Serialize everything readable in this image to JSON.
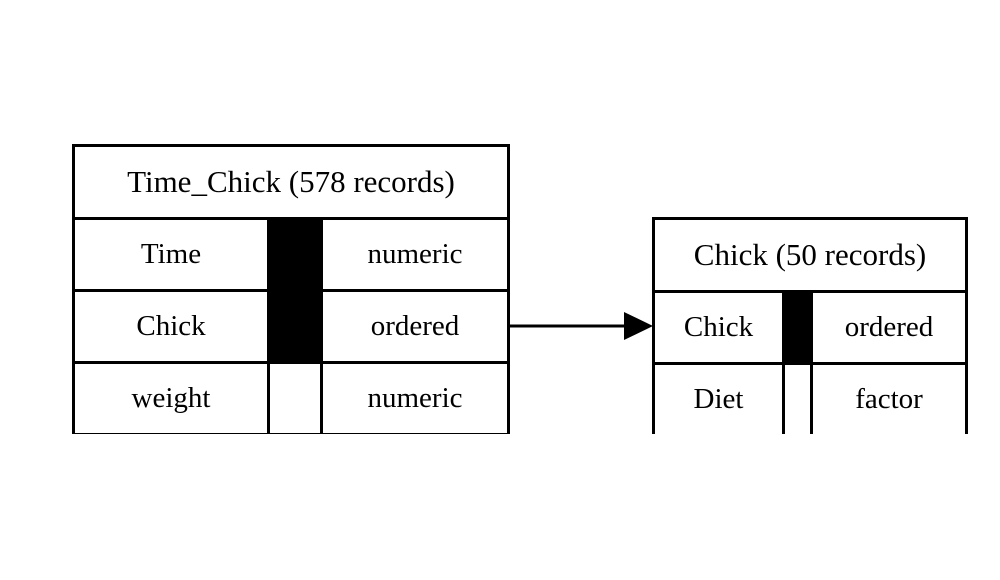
{
  "diagram": {
    "type": "relational-schema",
    "background_color": "#ffffff",
    "line_color": "#000000",
    "key_marker_color": "#000000",
    "entities": [
      {
        "id": "time-chick",
        "title": "Time_Chick (578 records)",
        "name": "Time_Chick",
        "record_count": "578 records",
        "fields": [
          {
            "name": "Time",
            "type": "numeric",
            "key": true
          },
          {
            "name": "Chick",
            "type": "ordered",
            "key": true
          },
          {
            "name": "weight",
            "type": "numeric",
            "key": false
          }
        ]
      },
      {
        "id": "chick",
        "title": "Chick (50 records)",
        "name": "Chick",
        "record_count": "50 records",
        "fields": [
          {
            "name": "Chick",
            "type": "ordered",
            "key": true
          },
          {
            "name": "Diet",
            "type": "factor",
            "key": false
          }
        ]
      }
    ],
    "relationship": {
      "from_entity": "Time_Chick",
      "from_field": "Chick",
      "to_entity": "Chick",
      "to_field": "Chick",
      "arrow_style": "solid-line-filled-triangle-head",
      "direction": "left-to-right"
    }
  }
}
